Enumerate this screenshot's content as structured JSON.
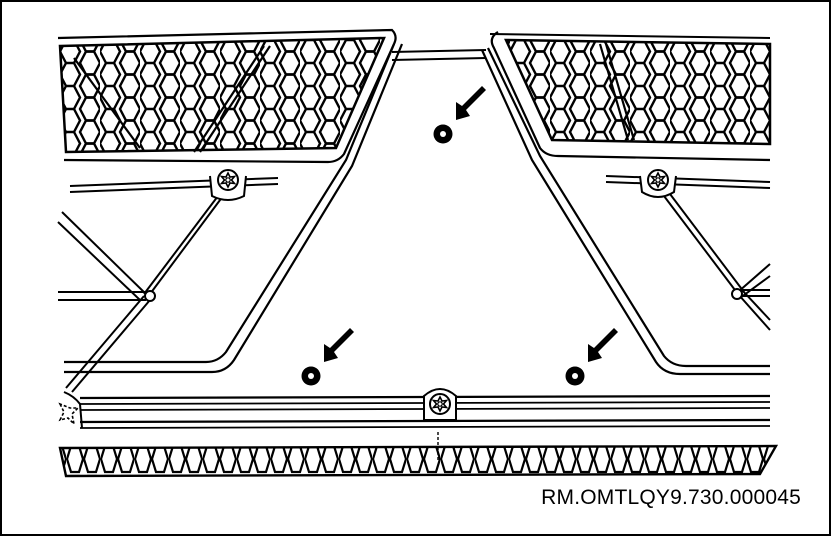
{
  "figure": {
    "reference_code": "RM.OMTLQY9.730.000045",
    "subject": "grille panel mounting points",
    "callouts": [
      {
        "name": "clip-hole-upper-center",
        "indicated_by": "arrow"
      },
      {
        "name": "clip-hole-lower-left",
        "indicated_by": "arrow"
      },
      {
        "name": "clip-hole-lower-right",
        "indicated_by": "arrow"
      }
    ],
    "fasteners": [
      {
        "name": "torx-screw-left",
        "head": "torx"
      },
      {
        "name": "torx-screw-right",
        "head": "torx"
      },
      {
        "name": "torx-screw-bottom",
        "head": "torx"
      }
    ],
    "colors": {
      "line": "#000000",
      "background": "#ffffff"
    }
  }
}
